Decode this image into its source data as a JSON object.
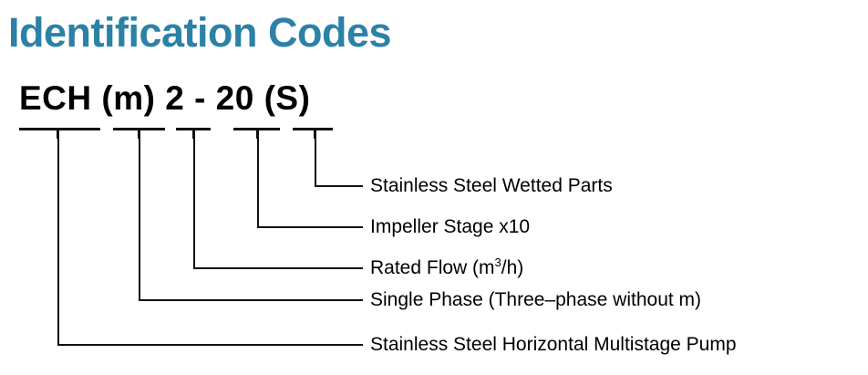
{
  "title": "Identification Codes",
  "code_example": "ECH (m) 2 - 20 (S)",
  "accent_color": "#2b81a6",
  "line_color": "#111111",
  "text_color": "#000000",
  "background_color": "#ffffff",
  "code_segments": [
    {
      "token": "ECH",
      "label": "Stainless Steel Horizontal Multistage Pump"
    },
    {
      "token": "(m)",
      "label": "Single Phase (Three–phase without m)"
    },
    {
      "token": "2",
      "label_prefix": "Rated Flow (m",
      "label_sup": "3",
      "label_suffix": "/h)"
    },
    {
      "token": "20",
      "label": "Impeller Stage x10"
    },
    {
      "token": "(S)",
      "label": "Stainless Steel Wetted Parts"
    }
  ],
  "callouts": [
    {
      "text": "Stainless Steel Wetted Parts"
    },
    {
      "text": "Impeller Stage x10"
    },
    {
      "text_prefix": "Rated Flow (m",
      "text_sup": "3",
      "text_suffix": "/h)"
    },
    {
      "text": "Single Phase (Three–phase without m)"
    },
    {
      "text": "Stainless Steel Horizontal Multistage Pump"
    }
  ]
}
